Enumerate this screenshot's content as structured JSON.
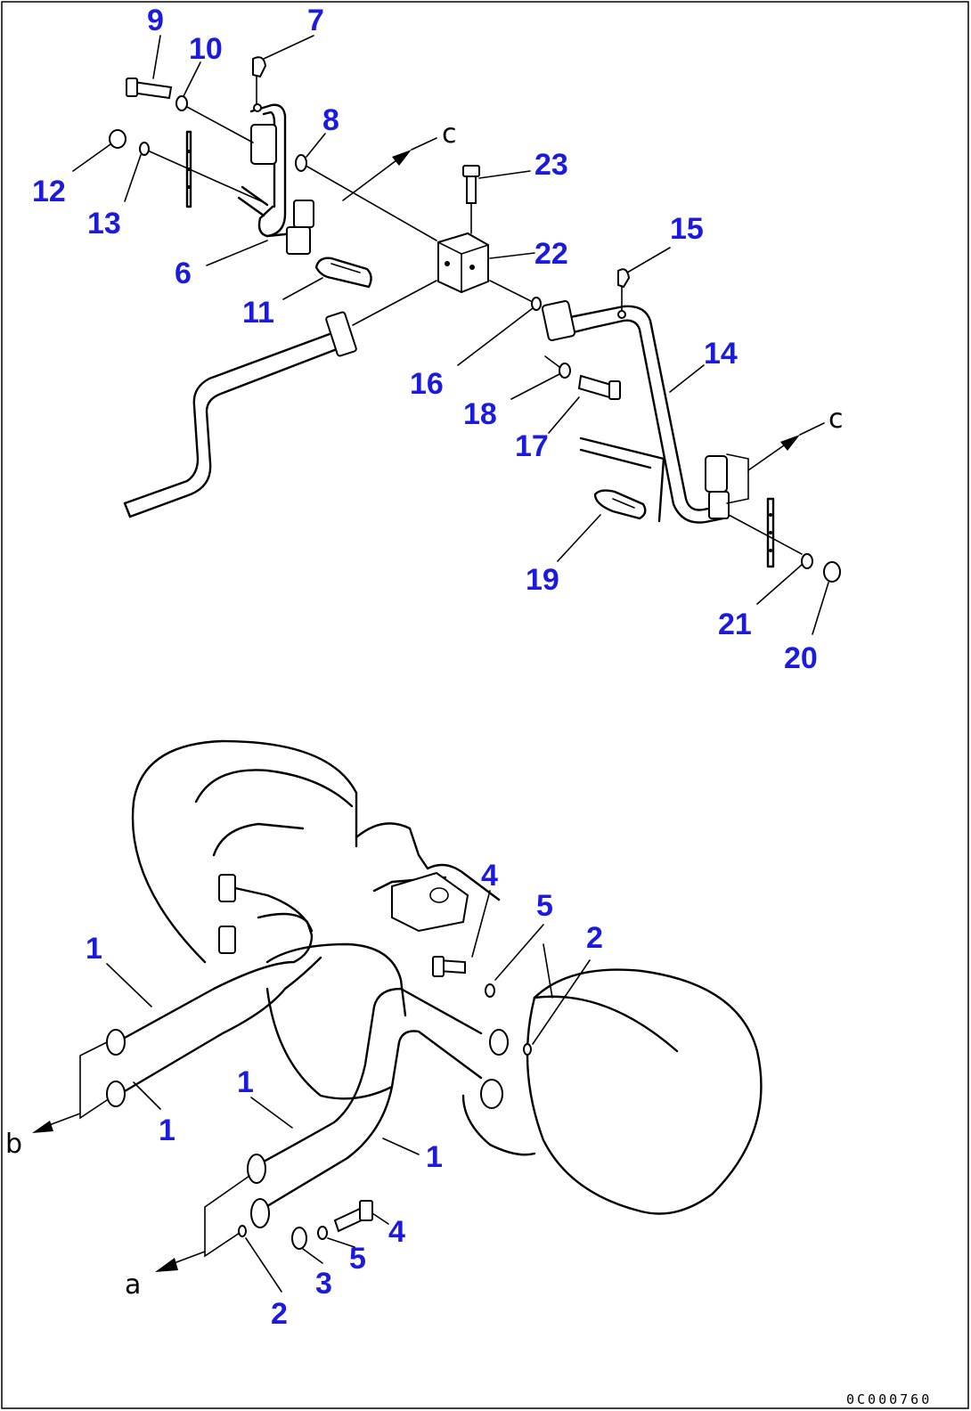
{
  "diagram": {
    "drawing_code": "0C000760",
    "ref_labels": {
      "a": "a",
      "b": "b",
      "c": "c"
    },
    "callouts": {
      "n1": "1",
      "n2": "2",
      "n3": "3",
      "n4": "4",
      "n5": "5",
      "n6": "6",
      "n7": "7",
      "n8": "8",
      "n9": "9",
      "n10": "10",
      "n11": "11",
      "n12": "12",
      "n13": "13",
      "n14": "14",
      "n15": "15",
      "n16": "16",
      "n17": "17",
      "n18": "18",
      "n19": "19",
      "n20": "20",
      "n21": "21",
      "n22": "22",
      "n23": "23"
    },
    "colors": {
      "callout": "#1a1ae0",
      "line": "#000000",
      "background": "#ffffff"
    }
  }
}
